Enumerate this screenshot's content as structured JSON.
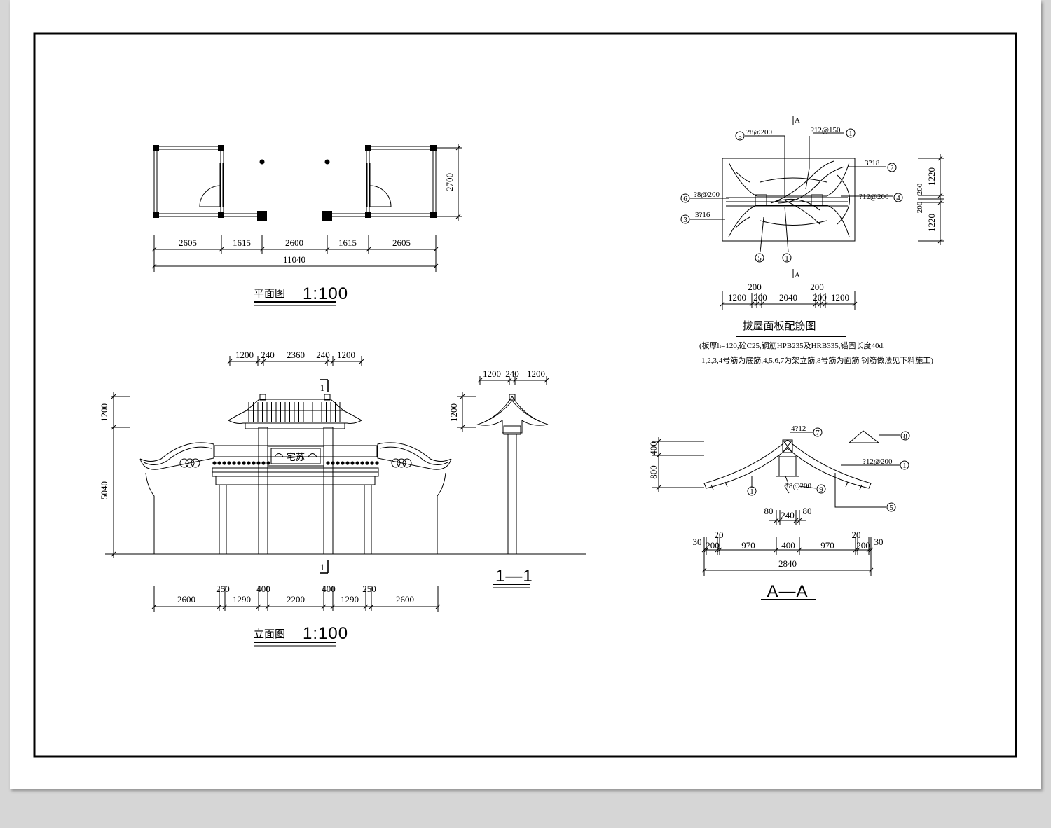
{
  "plan": {
    "dims": [
      "2605",
      "1615",
      "2600",
      "1615",
      "2605"
    ],
    "total": "11040",
    "height": "2700",
    "title": "平面图",
    "scale": "1:100"
  },
  "elevation": {
    "top_dims": [
      "1200",
      "240",
      "2360",
      "240",
      "1200"
    ],
    "left_dims": [
      "1200",
      "5040"
    ],
    "bottom_dims": [
      "2600",
      "250",
      "1290",
      "400",
      "2200",
      "400",
      "1290",
      "250",
      "2600"
    ],
    "section_mark": "1",
    "plaque": "宅苏",
    "title": "立面图",
    "scale": "1:100"
  },
  "section11": {
    "top_dims": [
      "1200",
      "240",
      "1200"
    ],
    "left_dim": "1200",
    "title": "1—1"
  },
  "slab": {
    "section_mark": "A",
    "labels": {
      "l5": "?8@200",
      "l1": "?12@150",
      "l2": "3?18",
      "l6": "?8@200",
      "l3": "3?16",
      "l4": "?12@200"
    },
    "circles": [
      "5",
      "1",
      "2",
      "6",
      "3",
      "4",
      "5",
      "1"
    ],
    "right_dims": [
      "1220",
      "200",
      "200",
      "1220"
    ],
    "top_row": [
      "200",
      "200"
    ],
    "bottom_dims": [
      "1200",
      "200",
      "2040",
      "200",
      "1200"
    ],
    "title": "拔屋面板配筋图",
    "note1": "(板厚h=120,砼C25,钢筋HPB235及HRB335,锚固长度40d.",
    "note2": "1,2,3,4号筋为底筋,4,5,6,7为架立筋,8号筋为面筋 钢筋做法见下料施工)"
  },
  "aa": {
    "labels": {
      "rebar7": "4?12",
      "rebar1": "?12@200",
      "rebar9": "?8@200"
    },
    "circles": [
      "7",
      "8",
      "1",
      "1",
      "9",
      "5"
    ],
    "left_dims": [
      "400",
      "800"
    ],
    "mid_dims": [
      "80",
      "240",
      "80"
    ],
    "top_small": [
      "20",
      "20"
    ],
    "bottom_dims": [
      "30",
      "200",
      "970",
      "400",
      "970",
      "200",
      "30"
    ],
    "total": "2840",
    "title": "A—A"
  }
}
